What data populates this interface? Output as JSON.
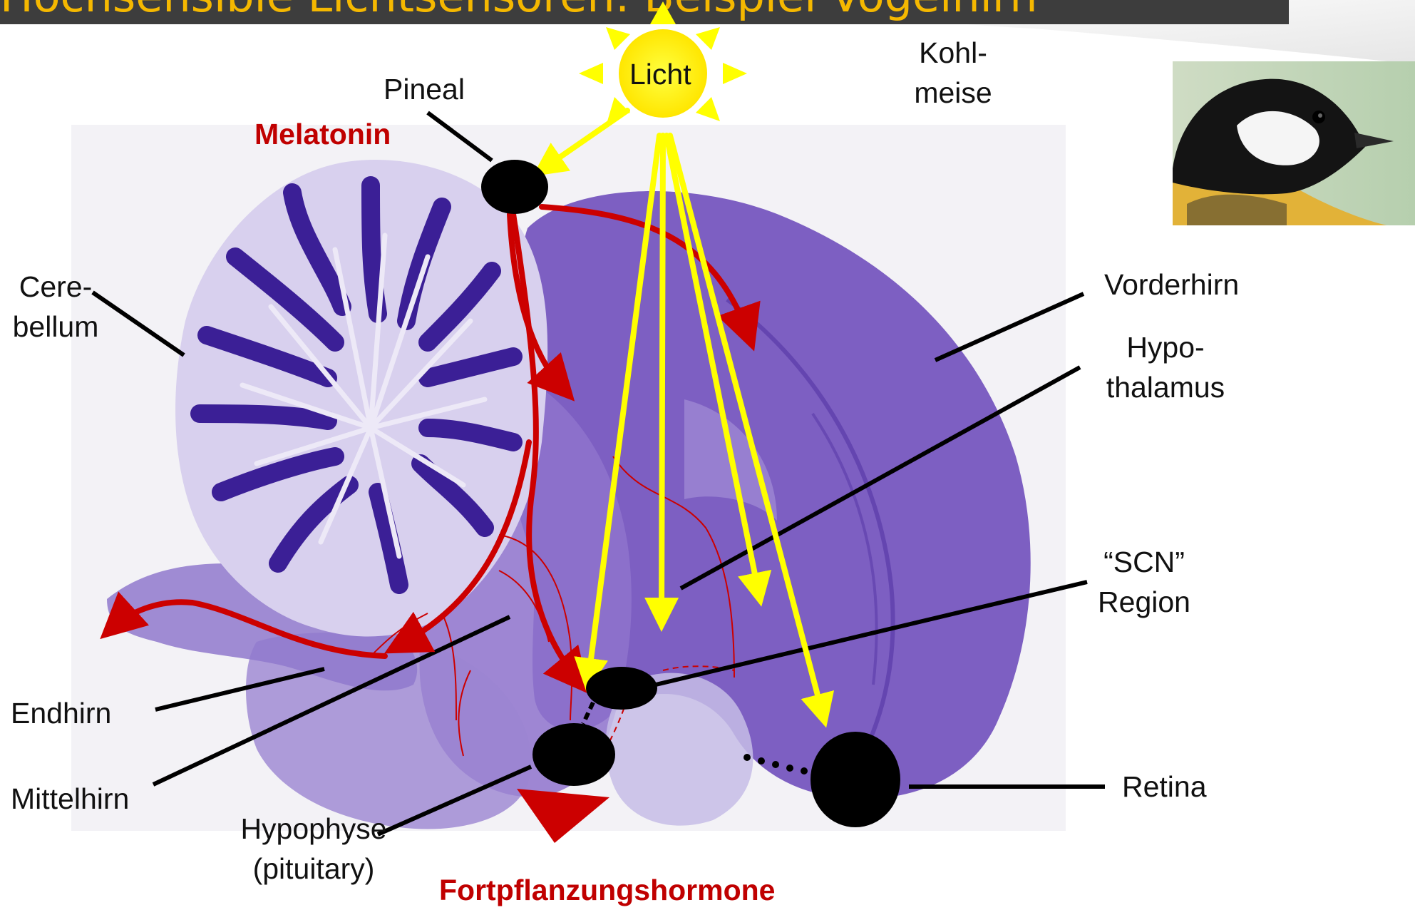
{
  "title": "Hochsensible Lichtsensoren: Beispiel Vogelhirn",
  "labels": {
    "licht": "Licht",
    "kohlmeise_line1": "Kohl-",
    "kohlmeise_line2": "meise",
    "pineal": "Pineal",
    "melatonin": "Melatonin",
    "cerebellum_line1": "Cere-",
    "cerebellum_line2": "bellum",
    "vorderhirn": "Vorderhirn",
    "hypothalamus_line1": "Hypo-",
    "hypothalamus_line2": "thalamus",
    "scn_line1": "“SCN”",
    "scn_line2": "Region",
    "endhirn": "Endhirn",
    "mittelhirn": "Mittelhirn",
    "hypophyse_line1": "Hypophyse",
    "hypophyse_line2": "(pituitary)",
    "retina": "Retina",
    "fortpflanzungshormone": "Fortpflanzungshormone"
  },
  "colors": {
    "title_bar": "#3d3d3d",
    "title_text": "#f5b800",
    "brain_stain": "#7d5fc2",
    "brain_dark": "#3b1f96",
    "melatonin_arrow": "#cc0000",
    "light_arrow": "#ffff00",
    "nucleus": "#000000"
  },
  "icons": [
    "sun-icon",
    "great-tit-bird-photo"
  ]
}
